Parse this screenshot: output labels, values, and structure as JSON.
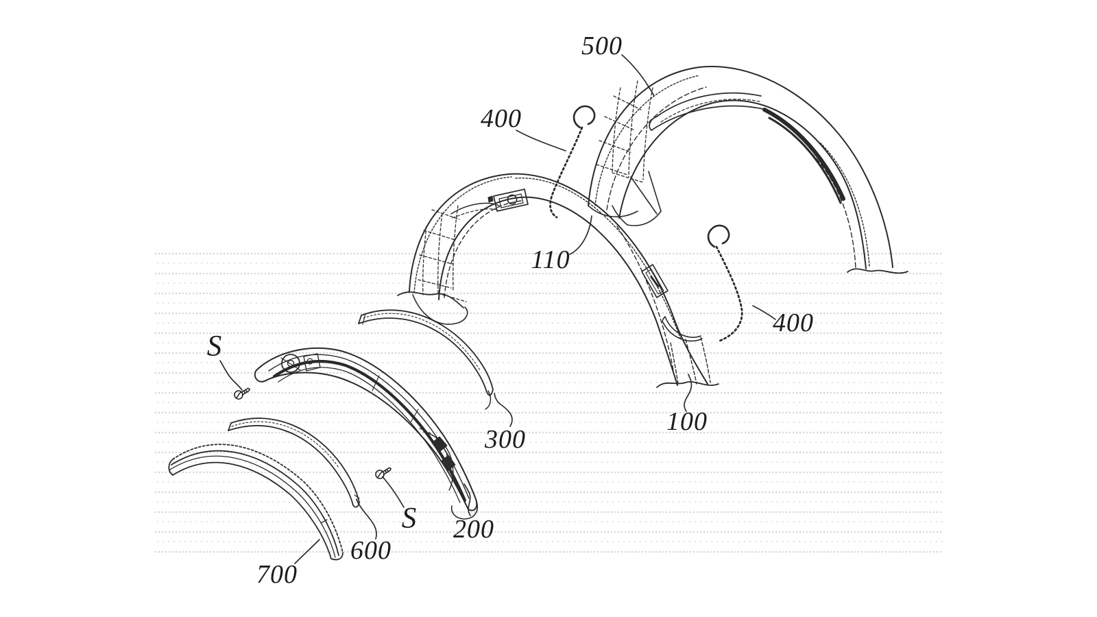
{
  "drawing": {
    "kind": "patent-exploded-view-line-art",
    "background_color": "#ffffff",
    "line_color": "#2a2a2a",
    "paper_dot_color": "#b9b9b9"
  },
  "labels": {
    "part500": "500",
    "wire400_top": "400",
    "band110": "110",
    "wire400_right": "400",
    "frame100": "100",
    "strip300": "300",
    "slat200": "200",
    "screw_left": "S",
    "screw_right": "S",
    "strip600": "600",
    "strip700": "700"
  }
}
